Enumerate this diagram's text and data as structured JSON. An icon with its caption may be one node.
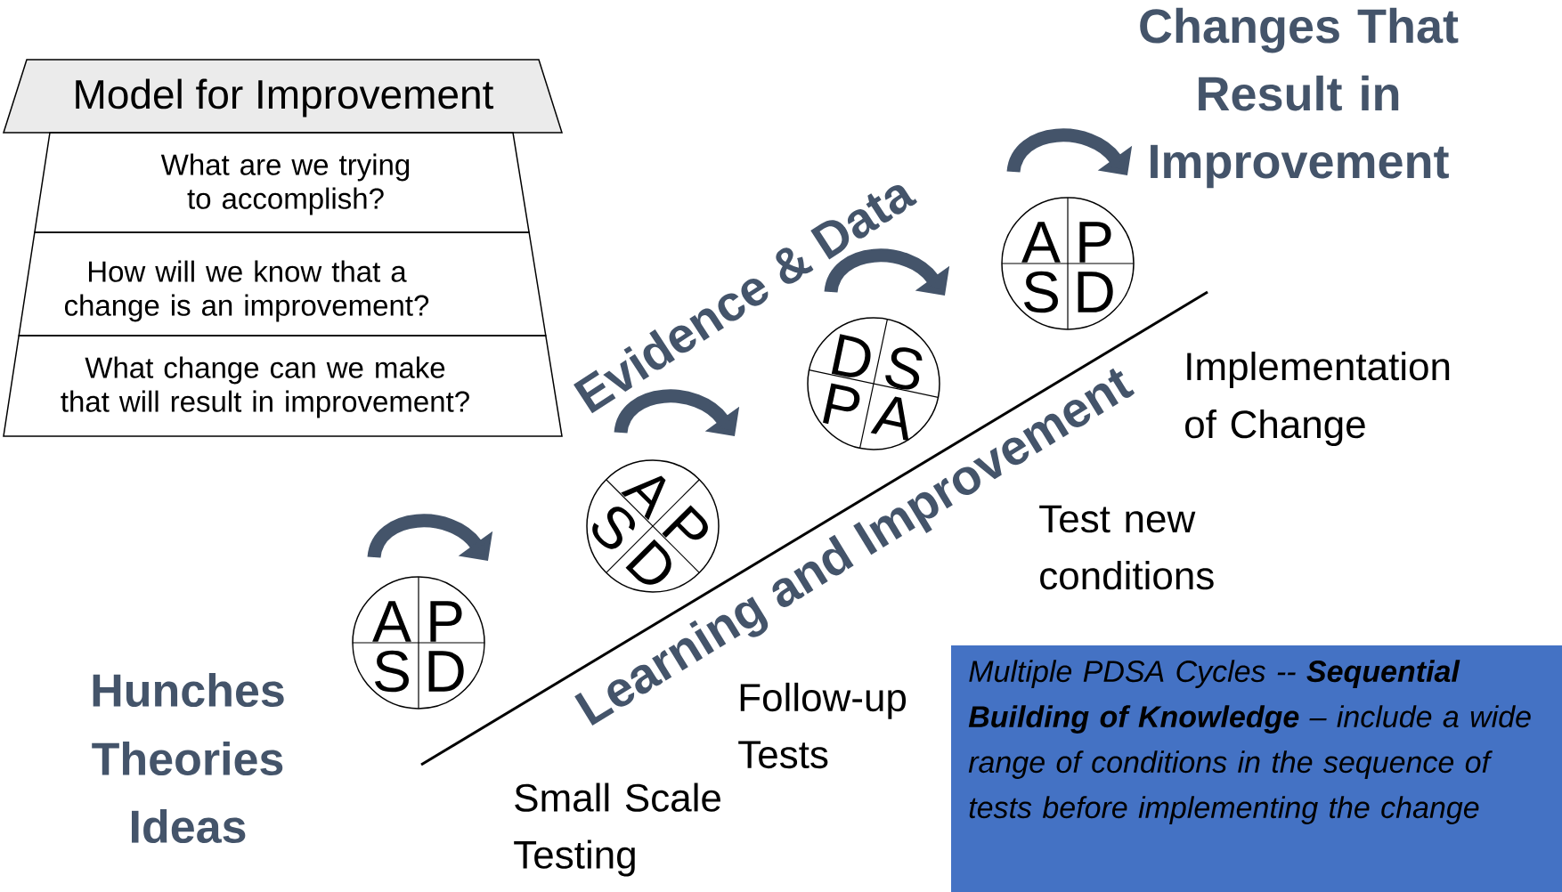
{
  "diagram": {
    "nodes": [
      {
        "text": [
          "Model for Improvement"
        ]
      },
      {
        "text": [
          "What are we trying to accomplish?"
        ]
      },
      {
        "text": [
          "How will we know that a change is an improvement?"
        ]
      },
      {
        "text": [
          "What change can we make that will result in improvement?"
        ]
      },
      {
        "text": [
          "A",
          "P",
          "S",
          "D"
        ]
      },
      {
        "text": [
          "A",
          "P",
          "S",
          "D"
        ]
      },
      {
        "text": [
          "D",
          "S",
          "P",
          "A"
        ]
      },
      {
        "text": [
          "A",
          "P",
          "S",
          "D"
        ]
      },
      {
        "text": [
          "Multiple PDSA Cycles -- **Sequential Building of Knowledge** – include a wide range of conditions in the sequence of tests before implementing the change"
        ]
      }
    ],
    "labels": [
      "Changes That Result in Improvement",
      "Evidence & Data",
      "Implementation of Change",
      "Learning and Improvement",
      "Test new conditions",
      "Hunches",
      "Theories",
      "Ideas",
      "Follow-up Tests",
      "Small Scale Testing"
    ]
  }
}
